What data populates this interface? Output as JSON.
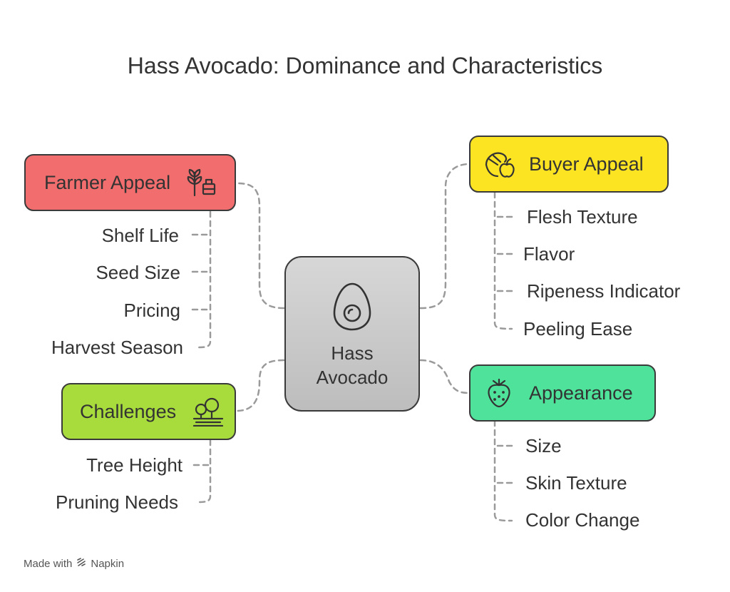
{
  "title": "Hass Avocado: Dominance and Characteristics",
  "center": {
    "line1": "Hass",
    "line2": "Avocado",
    "icon": "avocado-icon",
    "color": "#c9c9c9"
  },
  "branches": {
    "farmer": {
      "label": "Farmer Appeal",
      "icon": "wheat-crate-icon",
      "color": "#f26d6d",
      "items": [
        "Shelf Life",
        "Seed Size",
        "Pricing",
        "Harvest Season"
      ]
    },
    "challenges": {
      "label": "Challenges",
      "icon": "trees-icon",
      "color": "#a8dc3c",
      "items": [
        "Tree Height",
        "Pruning Needs"
      ]
    },
    "buyer": {
      "label": "Buyer Appeal",
      "icon": "fruit-basket-icon",
      "color": "#fde423",
      "items": [
        "Flesh Texture",
        "Flavor",
        "Ripeness Indicator",
        "Peeling Ease"
      ]
    },
    "appearance": {
      "label": "Appearance",
      "icon": "strawberry-icon",
      "color": "#4fe29b",
      "items": [
        "Size",
        "Skin Texture",
        "Color Change"
      ]
    }
  },
  "footer": {
    "prefix": "Made with",
    "brand": "Napkin",
    "icon": "napkin-logo-icon"
  }
}
